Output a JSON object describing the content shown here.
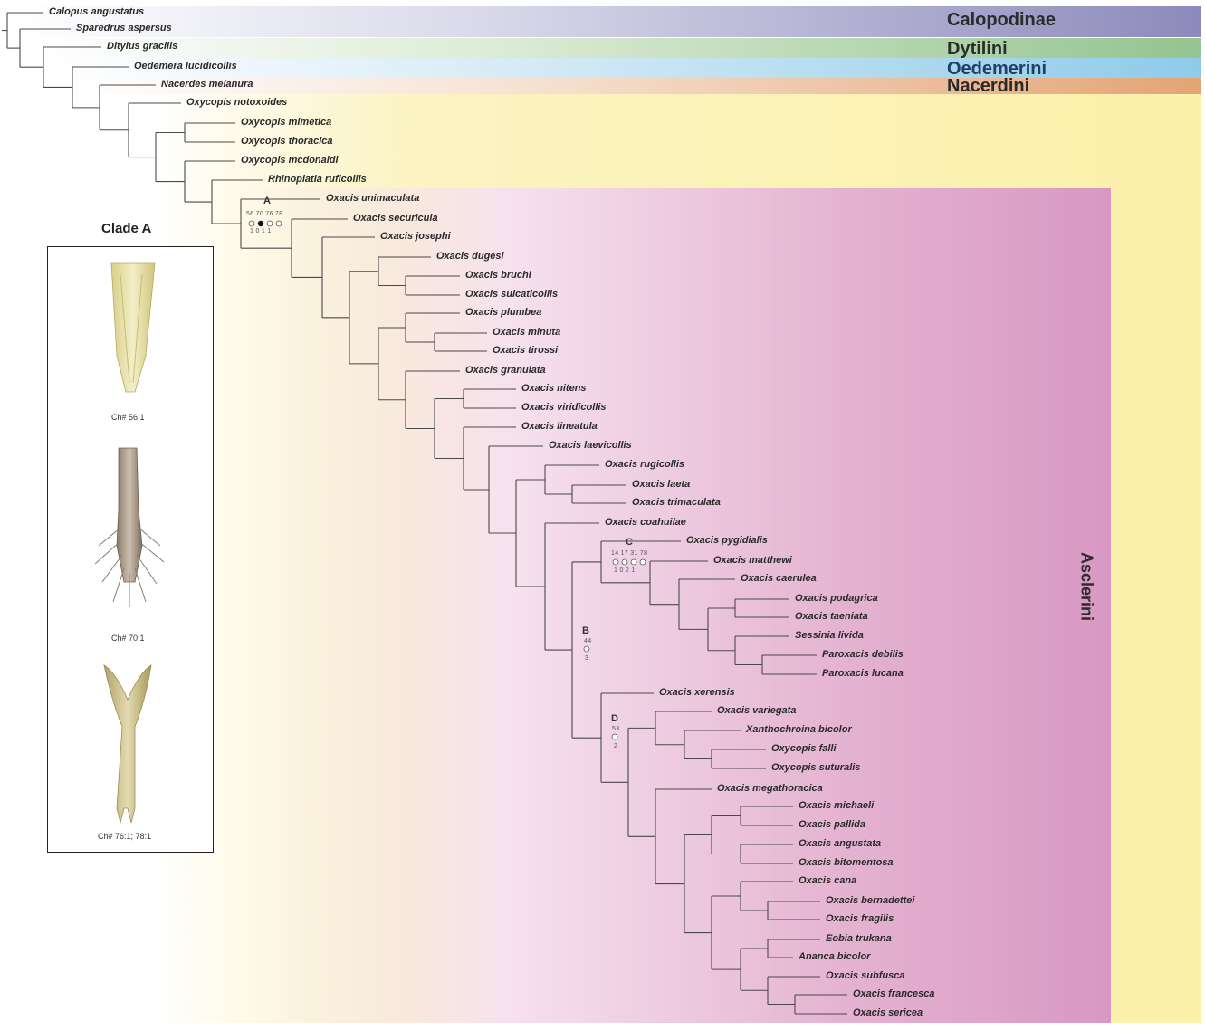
{
  "bands": {
    "calopodinae": "Calopodinae",
    "dytilini": "Dytilini",
    "oedemerini": "Oedemerini",
    "nacerdini": "Nacerdini",
    "asclerini": "Asclerini"
  },
  "colors": {
    "calopodinae": "#8d8abb",
    "dytilini": "#94c48f",
    "oedemerini": "#8fcbe9",
    "nacerdini": "#e4a475",
    "asclerini": "#fbf1a9",
    "oxacis_clade": "#d898c3"
  },
  "taxa": [
    "Calopus angustatus",
    "Sparedrus aspersus",
    "Ditylus gracilis",
    "Oedemera lucidicollis",
    "Nacerdes melanura",
    "Oxycopis notoxoides",
    "Oxycopis mimetica",
    "Oxycopis thoracica",
    "Oxycopis mcdonaldi",
    "Rhinoplatia ruficollis",
    "Oxacis unimaculata",
    "Oxacis securicula",
    "Oxacis josephi",
    "Oxacis dugesi",
    "Oxacis bruchi",
    "Oxacis sulcaticollis",
    "Oxacis plumbea",
    "Oxacis minuta",
    "Oxacis tirossi",
    "Oxacis granulata",
    "Oxacis nitens",
    "Oxacis viridicollis",
    "Oxacis lineatula",
    "Oxacis laevicollis",
    "Oxacis rugicollis",
    "Oxacis laeta",
    "Oxacis trimaculata",
    "Oxacis coahuilae",
    "Oxacis pygidialis",
    "Oxacis matthewi",
    "Oxacis caerulea",
    "Oxacis podagrica",
    "Oxacis taeniata",
    "Sessinia livida",
    "Paroxacis debilis",
    "Paroxacis lucana",
    "Oxacis xerensis",
    "Oxacis variegata",
    "Xanthochroina bicolor",
    "Oxycopis falli",
    "Oxycopis suturalis",
    "Oxacis megathoracica",
    "Oxacis michaeli",
    "Oxacis pallida",
    "Oxacis angustata",
    "Oxacis bitomentosa",
    "Oxacis cana",
    "Oxacis bernadettei",
    "Oxacis fragilis",
    "Eobia trukana",
    "Ananca bicolor",
    "Oxacis subfusca",
    "Oxacis francesca",
    "Oxacis sericea"
  ],
  "nodes": {
    "A": {
      "label": "A",
      "chars": "56 70 76 78",
      "states": "1  0  1  1"
    },
    "B": {
      "label": "B",
      "chars": "44",
      "states": "3"
    },
    "C": {
      "label": "C",
      "chars": "14 17 31 78",
      "states": "1  0  2  1"
    },
    "D": {
      "label": "D",
      "chars": "53",
      "states": "2"
    }
  },
  "inset": {
    "title": "Clade A",
    "caption1": "Ch# 56:1",
    "caption2": "Ch# 70:1",
    "caption3": "Ch# 76:1; 78:1"
  }
}
